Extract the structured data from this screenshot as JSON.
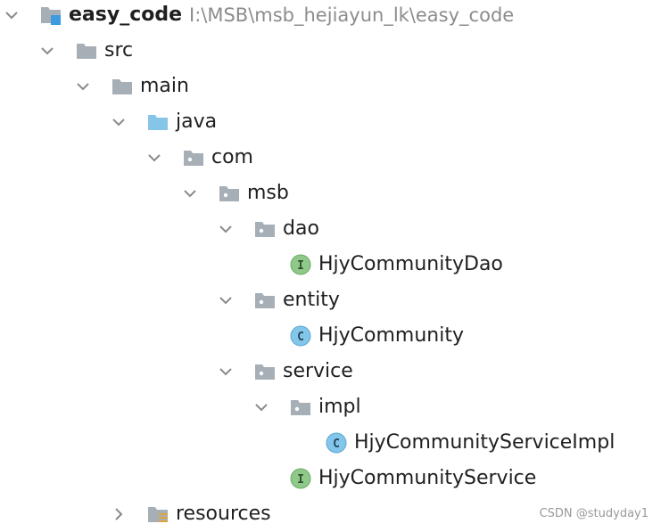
{
  "tree": {
    "root": {
      "label": "easy_code",
      "path": "I:\\MSB\\msb_hejiayun_lk\\easy_code",
      "icon": "module-folder-icon",
      "expanded": true
    },
    "src": {
      "label": "src",
      "icon": "folder-icon",
      "expanded": true
    },
    "main": {
      "label": "main",
      "icon": "folder-icon",
      "expanded": true
    },
    "java": {
      "label": "java",
      "icon": "source-root-folder-icon",
      "expanded": true
    },
    "com": {
      "label": "com",
      "icon": "package-icon",
      "expanded": true
    },
    "msb": {
      "label": "msb",
      "icon": "package-icon",
      "expanded": true
    },
    "dao": {
      "label": "dao",
      "icon": "package-icon",
      "expanded": true
    },
    "dao_file": {
      "label": "HjyCommunityDao",
      "icon": "interface-icon",
      "badge": "I"
    },
    "entity": {
      "label": "entity",
      "icon": "package-icon",
      "expanded": true
    },
    "entity_file": {
      "label": "HjyCommunity",
      "icon": "class-icon",
      "badge": "C"
    },
    "service": {
      "label": "service",
      "icon": "package-icon",
      "expanded": true
    },
    "impl": {
      "label": "impl",
      "icon": "package-icon",
      "expanded": true
    },
    "impl_file": {
      "label": "HjyCommunityServiceImpl",
      "icon": "class-icon",
      "badge": "C"
    },
    "service_file": {
      "label": "HjyCommunityService",
      "icon": "interface-icon",
      "badge": "I"
    },
    "resources": {
      "label": "resources",
      "icon": "resources-folder-icon",
      "expanded": false
    }
  },
  "watermark": "CSDN @studyday1",
  "colors": {
    "folder": "#a6aeb6",
    "source_root": "#87c5e8",
    "interface": "#8fc98a",
    "class": "#84c6ea",
    "module_badge": "#3d9be0",
    "resources_lines": "#e0a43a",
    "arrow": "#8a8a8a"
  }
}
